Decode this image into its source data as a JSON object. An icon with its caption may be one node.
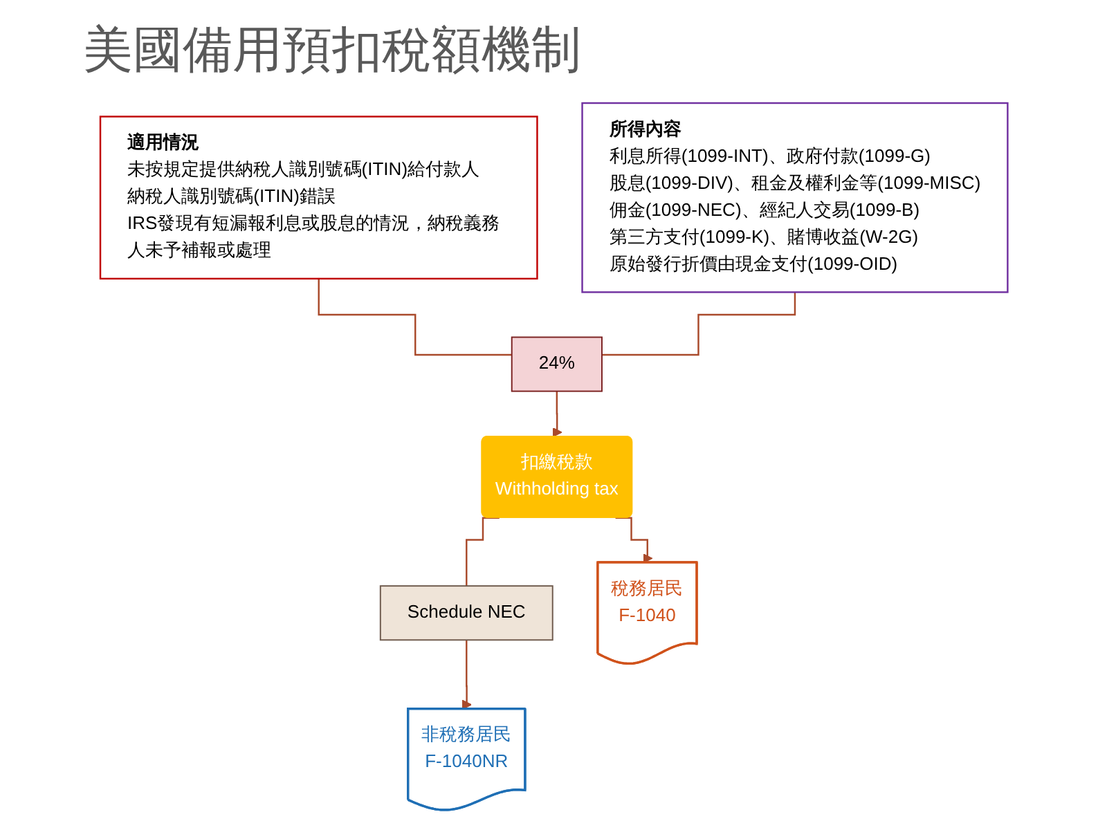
{
  "diagram": {
    "title": "美國備用預扣稅額機制",
    "nodes": [
      {
        "text": [
          "適用情況",
          "未按規定提供納稅人識別號碼(ITIN)給付款人",
          "納稅人識別號碼(ITIN)錯誤",
          "IRS發現有短漏報利息或股息的情況，納稅義務人未予補報或處理"
        ]
      },
      {
        "text": [
          "所得內容",
          "利息所得(1099-INT)、政府付款(1099-G)",
          "股息(1099-DIV)、租金及權利金等(1099-MISC)",
          "佣金(1099-NEC)、經紀人交易(1099-B)",
          "第三方支付(1099-K)、賭博收益(W-2G)",
          "原始發行折價由現金支付(1099-OID)"
        ]
      },
      {
        "text": [
          "24%"
        ]
      },
      {
        "text": [
          "扣繳稅款",
          "Withholding tax"
        ]
      },
      {
        "text": [
          "Schedule NEC"
        ]
      },
      {
        "text": [
          "非稅務居民",
          "F-1040NR"
        ]
      },
      {
        "text": [
          "稅務居民",
          "F-1040"
        ]
      }
    ],
    "edges": [
      {
        "from": 0,
        "to": 2,
        "arrow": "none"
      },
      {
        "from": 1,
        "to": 2,
        "arrow": "none"
      },
      {
        "from": 2,
        "to": 3,
        "arrow": "to"
      },
      {
        "from": 3,
        "to": 4,
        "arrow": "none"
      },
      {
        "from": 4,
        "to": 5,
        "arrow": "to"
      },
      {
        "from": 3,
        "to": 6,
        "arrow": "to"
      }
    ]
  }
}
